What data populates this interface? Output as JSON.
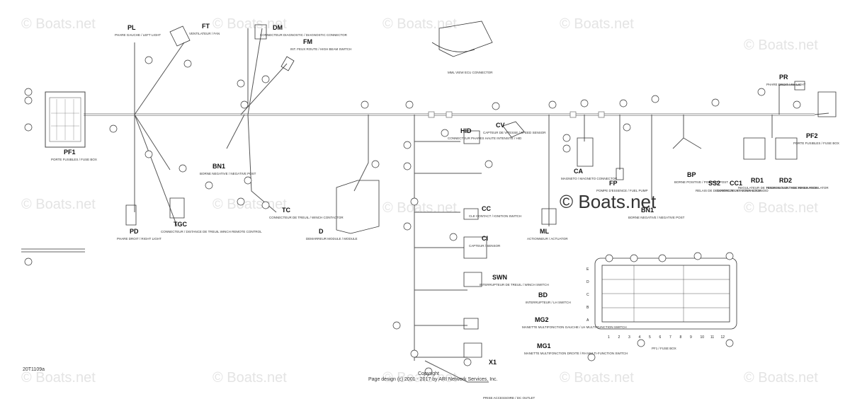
{
  "watermark": "© Boats.net",
  "watermark_center": "© Boats.net",
  "figure_id": "20T1109a",
  "footer": {
    "copyright": "Copyright",
    "page_design": "Page design (c) 2001 - 2017 by ARI Network Services, Inc."
  },
  "connectors": [
    {
      "id": "pl",
      "code": "PL",
      "caption": "PHARE GAUCHE / LEFT LIGHT"
    },
    {
      "id": "ft",
      "code": "FT",
      "caption": "VENTILATEUR / FAN"
    },
    {
      "id": "dm",
      "code": "DM",
      "caption": "CONNECTEUR DIAGNOSTIC / DIAGNOSTIC CONNECTOR"
    },
    {
      "id": "fm",
      "code": "FM",
      "caption": "INT. FEUX ROUTE / HIGH BEAM SWITCH"
    },
    {
      "id": "ml_view",
      "code": "",
      "caption": "MML VIEW ECU CONNECTOR"
    },
    {
      "id": "pr",
      "code": "PR",
      "caption": "PHARE DROIT / RH LIGHT"
    },
    {
      "id": "pf2",
      "code": "PF2",
      "caption": "PORTE FUSIBLES / FUSE BOX"
    },
    {
      "id": "pf1",
      "code": "PF1",
      "caption": "PORTE FUSIBLES / FUSE BOX"
    },
    {
      "id": "pd",
      "code": "PD",
      "caption": "PHARE DROIT / RIGHT LIGHT"
    },
    {
      "id": "tgc",
      "code": "TGC",
      "caption": "CONNECTEUR / DISTANCE DE TREUIL WINCH REMOTE CONTROL"
    },
    {
      "id": "bn1",
      "code": "BN1",
      "caption": "BORNE NEGATIVE / NEGATIVE POST"
    },
    {
      "id": "tc",
      "code": "TC",
      "caption": "CONNECTEUR DE TREUIL / WINCH CONTACTOR"
    },
    {
      "id": "hid",
      "code": "HID",
      "caption": "CONNECTEUR PHARES HAUTE INTENSITE / HID"
    },
    {
      "id": "cv",
      "code": "CV",
      "caption": "CAPTEUR DE VITESSE / SPEED SENSOR"
    },
    {
      "id": "ca",
      "code": "CA",
      "caption": "MAGNETO / MAGNETO CONNECTOR"
    },
    {
      "id": "fp",
      "code": "FP",
      "caption": "POMPE D'ESSENCE / FUEL PUMP"
    },
    {
      "id": "bp",
      "code": "BP",
      "caption": "BORNE POSITIVE / POSITIVE POST"
    },
    {
      "id": "ss2",
      "code": "SS2",
      "caption": "RELAIS DE DEMARREUR / STARTER SOLENOID"
    },
    {
      "id": "cc1",
      "code": "CC1",
      "caption": "CONTACTEUR / CONTACTOR"
    },
    {
      "id": "rd1",
      "code": "RD1",
      "caption": "REGULATEUR DE TENSION / VOLTAGE REGULATOR"
    },
    {
      "id": "rd2",
      "code": "RD2",
      "caption": "REDRESSEUR / RECTIFIER REGULATOR"
    },
    {
      "id": "bn",
      "code": "BN1",
      "caption": "BORNE NEGATIVE / NEGATIVE POST"
    },
    {
      "id": "d",
      "code": "D",
      "caption": "DEMARREUR MODULE / MODULE"
    },
    {
      "id": "cc",
      "code": "CC",
      "caption": "CLE CONTACT / IGNITION SWITCH"
    },
    {
      "id": "ci",
      "code": "CI",
      "caption": "CAPTEUR / SENSOR"
    },
    {
      "id": "ml",
      "code": "ML",
      "caption": "ACTIONNEUR / ACTUATOR"
    },
    {
      "id": "swn",
      "code": "SWN",
      "caption": "INTERRUPTEUR DE TREUIL / WINCH SWITCH"
    },
    {
      "id": "bd",
      "code": "BD",
      "caption": "INTERRUPTEUR / LH SWITCH"
    },
    {
      "id": "mg2",
      "code": "MG2",
      "caption": "MANETTE MULTIFONCTION GAUCHE / LH MULTI-FUNCTION SWITCH"
    },
    {
      "id": "mg1",
      "code": "MG1",
      "caption": "MANETTE MULTIFONCTION DROITE / RH MULTI-FUNCTION SWITCH"
    },
    {
      "id": "x1",
      "code": "X1",
      "caption": ""
    },
    {
      "id": "x2",
      "code": "",
      "caption": "PRISE ACCESSOIRE / DC OUTLET"
    }
  ],
  "fuse_panel": {
    "caption": "PF1 / FUSE BOX",
    "rows": [
      "E",
      "D",
      "C",
      "B",
      "A"
    ],
    "cols": [
      "1",
      "2",
      "3",
      "4",
      "5",
      "6",
      "7",
      "8",
      "9",
      "10",
      "11",
      "12"
    ]
  }
}
